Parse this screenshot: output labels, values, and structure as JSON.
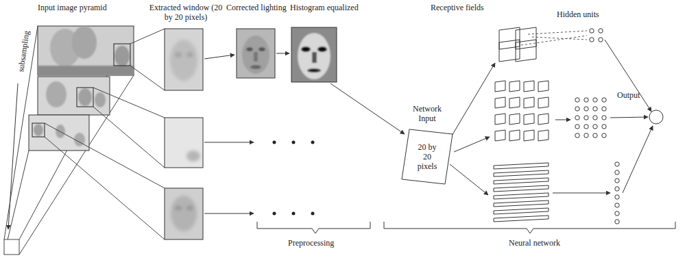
{
  "diagram": {
    "nodes": [
      {
        "text": [
          "Network Input",
          "20 by 20 pixels"
        ]
      },
      {
        "text": [
          "Output"
        ]
      }
    ],
    "labels": [
      "Input image pyramid",
      "Extracted window (20 by 20 pixels)",
      "Corrected lighting",
      "Histogram equalized",
      "Receptive fields",
      "Hidden units",
      "subsampling",
      "Preprocessing",
      "Neural network"
    ]
  }
}
